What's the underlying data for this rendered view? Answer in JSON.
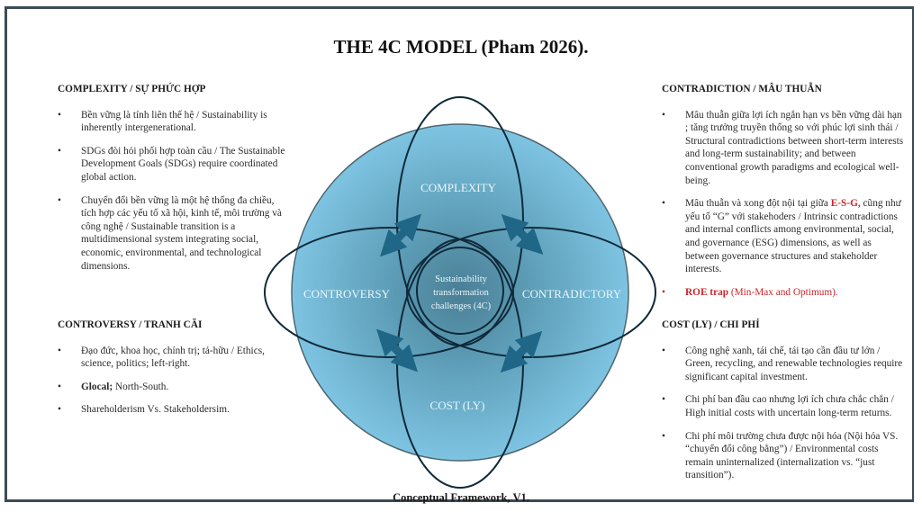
{
  "title": "THE 4C MODEL (Pham 2026).",
  "caption": "Conceptual Framework, V1.",
  "colors": {
    "circle_fill": "#7cc2e0",
    "circle_center": "#4f889e",
    "arrow": "#1f6687",
    "ellipse_stroke": "#0f2a3a",
    "frame": "#3b4b55",
    "highlight_red": "#c8262c"
  },
  "diagram": {
    "labels": {
      "top": "COMPLEXITY",
      "left": "CONTROVERSY",
      "right": "CONTRADICTORY",
      "bottom": "COST (LY)"
    },
    "center_lines": [
      "Sustainability",
      "transformation",
      "challenges (4C)"
    ]
  },
  "panels": {
    "complexity": {
      "heading": "COMPLEXITY / SỰ PHỨC HỢP",
      "items": [
        "Bền vững là tính liên thế hệ / Sustainability is inherently intergenerational.",
        "SDGs đòi hỏi phối hợp toàn cầu / The Sustainable Development Goals (SDGs) require coordinated global action.",
        "Chuyển đổi bền vững là một hệ thống đa chiều, tích hợp các yếu tố xã hội, kinh tế, môi trường và công nghệ / Sustainable transition is a multidimensional system integrating social, economic, environmental, and technological dimensions."
      ]
    },
    "controversy": {
      "heading": "CONTROVERSY / TRANH CÃI",
      "items": [
        "Đạo đức, khoa học, chính trị; tả-hữu / Ethics, science, politics; left-right.",
        {
          "bold": "Glocal;",
          "rest": " North-South."
        },
        "Shareholderism Vs. Stakeholdersim."
      ]
    },
    "contradiction": {
      "heading": "CONTRADICTION / MÂU THUẪN",
      "items": [
        "Mâu thuẫn giữa lợi ích ngắn hạn vs bền vững dài hạn ; tăng trưởng truyền thống so với phúc lợi sinh thái / Structural contradictions between short-term interests and long-term sustainability; and between conventional growth paradigms and ecological well-being.",
        {
          "pre": "Mâu thuẫn và xong đột nội tại giữa ",
          "red": "E-S-G,",
          "post": " cũng như yếu tố “G” với stakehoders / Intrinsic contradictions and internal conflicts among environmental, social, and governance (ESG) dimensions, as well as between governance structures and stakeholder interests."
        },
        {
          "bold_red": "ROE trap",
          "red_rest": " (Min-Max and Optimum)."
        }
      ]
    },
    "cost": {
      "heading": "COST (LY) / CHI PHÍ",
      "items": [
        "Công nghệ xanh, tái chế, tái tạo cần đầu tư lớn / Green, recycling, and renewable technologies require significant capital investment.",
        "Chi phí ban đầu cao nhưng lợi ích chưa chắc chắn / High initial costs with uncertain long-term returns.",
        "Chi phí môi trường chưa được nội hóa (Nội hóa VS. “chuyển đổi công bằng”) / Environmental costs remain uninternalized (internalization vs. “just transition”)."
      ]
    }
  }
}
